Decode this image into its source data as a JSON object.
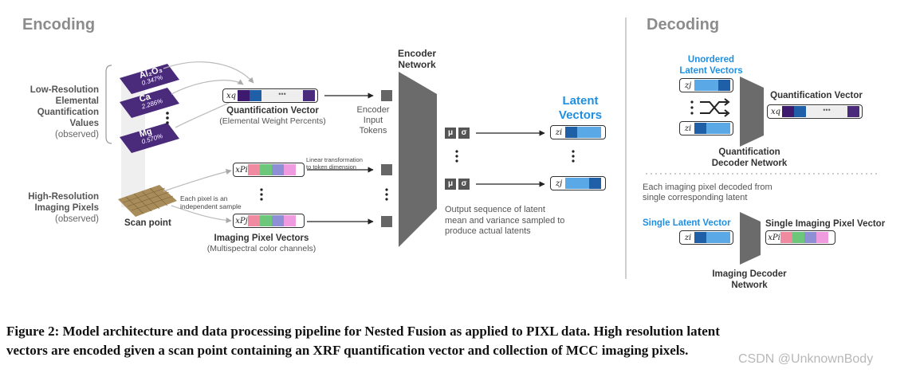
{
  "encoding": {
    "title": "Encoding",
    "low_res": {
      "line1": "Low-Resolution",
      "line2": "Elemental",
      "line3": "Quantification",
      "line4": "Values",
      "note": "(observed)"
    },
    "high_res": {
      "line1": "High-Resolution",
      "line2": "Imaging Pixels",
      "note": "(observed)"
    },
    "layers": [
      {
        "name": "Al₂O₃",
        "value": "0.347%"
      },
      {
        "name": "Ca",
        "value": "2.286%"
      },
      {
        "name": "Mg",
        "value": "0.570%"
      }
    ],
    "scan_point": "Scan point",
    "pixel_note": {
      "line1": "Each pixel is an",
      "line2": "independent sample"
    },
    "quant_vector": {
      "symbol": "xq",
      "dots": "•••",
      "title": "Quantification Vector",
      "subtitle": "(Elemental Weight Percents)"
    },
    "linear_note": {
      "line1": "Linear transformation",
      "line2": "to token dimension"
    },
    "pixel_vectors": [
      {
        "symbol": "xPi"
      },
      {
        "symbol": "xPj"
      }
    ],
    "pixel_vector_title": "Imaging Pixel Vectors",
    "pixel_vector_subtitle": "(Multispectral color channels)",
    "encoder_input": {
      "line1": "Encoder",
      "line2": "Input",
      "line3": "Tokens"
    },
    "encoder_network": {
      "line1": "Encoder",
      "line2": "Network"
    },
    "mu_symbol": "μ",
    "sigma_symbol": "σ",
    "output_note": {
      "line1": "Output sequence of latent",
      "line2": "mean and variance sampled to",
      "line3": "produce actual latents"
    },
    "latent_title": {
      "line1": "Latent",
      "line2": "Vectors"
    },
    "latents": [
      {
        "symbol": "zi"
      },
      {
        "symbol": "zj"
      }
    ]
  },
  "decoding": {
    "title": "Decoding",
    "unordered": {
      "line1": "Unordered",
      "line2": "Latent Vectors"
    },
    "zj": "zj",
    "zi": "zi",
    "quant_vector": {
      "title": "Quantification Vector",
      "symbol": "xq",
      "dots": "•••"
    },
    "quant_decoder": {
      "line1": "Quantification",
      "line2": "Decoder Network"
    },
    "pixel_note": {
      "line1": "Each imaging pixel decoded from",
      "line2": "single corresponding latent"
    },
    "single_latent": "Single Latent Vector",
    "single_pixel": "Single Imaging Pixel Vector",
    "xpi": "xPi",
    "imaging_decoder": {
      "line1": "Imaging Decoder",
      "line2": "Network"
    }
  },
  "caption": {
    "line1": "Figure 2: Model architecture and data processing pipeline for Nested Fusion as applied to PIXL data. High resolution latent",
    "line2": "vectors are encoded given a scan point containing an XRF quantification vector and collection of MCC imaging pixels."
  },
  "watermark": "CSDN @UnknownBody",
  "colors": {
    "purple_dark": "#3d1a6e",
    "purple": "#4a2a7a",
    "blue_light": "#5aa9e6",
    "blue_dark": "#1e5fa8",
    "pink": "#f08aa0",
    "green": "#6cc77a",
    "lavender": "#8f8fd6",
    "magenta": "#f09ae0",
    "network_gray": "#6b6b6b",
    "accent_blue": "#1f8fe0"
  }
}
